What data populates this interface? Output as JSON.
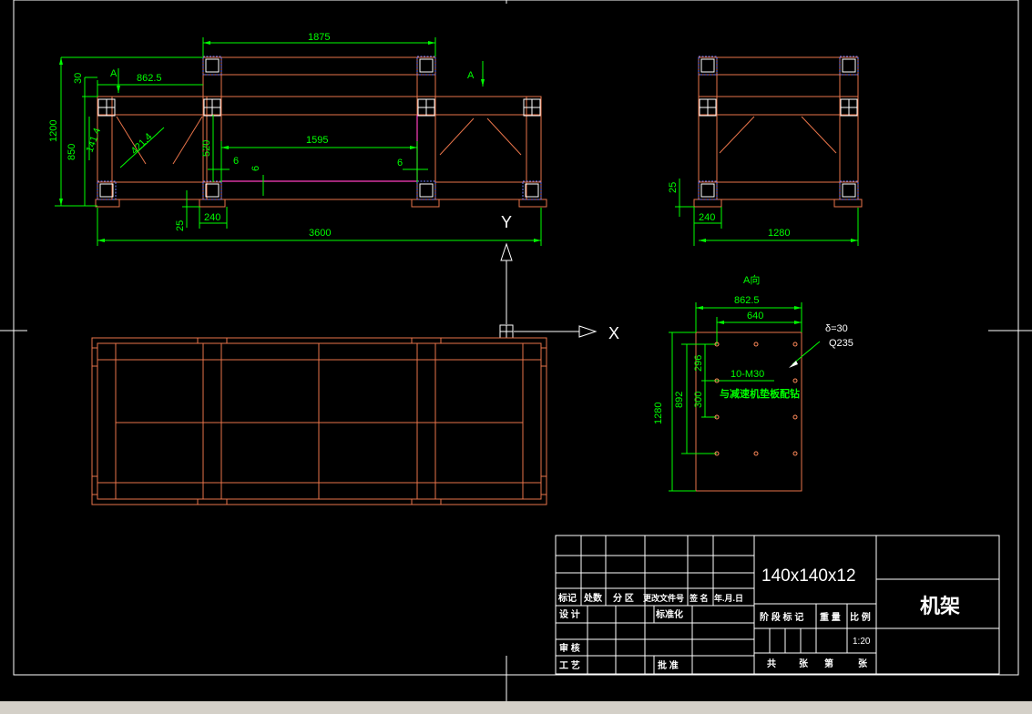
{
  "colors": {
    "background": "#000000",
    "frame": "#ffffff",
    "member": "#e8744a",
    "dimension": "#00ff00",
    "tube_pink": "#ff3fbf",
    "bolt_hole": "#ff8a5a",
    "tube_cap": "#6c7cff"
  },
  "front_view": {
    "dims": {
      "d1875": "1875",
      "d862_5": "862.5",
      "d30": "30",
      "d1200": "1200",
      "d850": "850",
      "d141_4": "141.4",
      "d421_4": "421.4",
      "d520": "520",
      "d1595": "1595",
      "d6a": "6",
      "d6b": "6",
      "d6c": "6",
      "d25": "25",
      "d240": "240",
      "d3600": "3600"
    },
    "section_a_left": "A",
    "section_a_right": "A"
  },
  "side_view": {
    "dims": {
      "d25": "25",
      "d240": "240",
      "d1280": "1280"
    }
  },
  "ucs": {
    "y_label": "Y",
    "x_label": "X"
  },
  "plate_view": {
    "title": "A向",
    "dims": {
      "d862_5": "862.5",
      "d640": "640",
      "d1280": "1280",
      "d892": "892",
      "d296": "296",
      "d300": "300"
    },
    "bolt_note": "10-M30",
    "note_cn": "与减速机垫板配钻",
    "thickness": "δ=30",
    "material": "Q235"
  },
  "title_block": {
    "labels": {
      "mark": "标记",
      "qty": "处数",
      "zone": "分 区",
      "doc": "更改文件号",
      "sign": "签 名",
      "date": "年.月.日",
      "design": "设 计",
      "standard": "标准化",
      "review": "审 核",
      "process": "工 艺",
      "approve": "批 准",
      "stage": "阶 段 标 记",
      "weight": "重 量",
      "scale_label": "比 例",
      "total": "共",
      "sheet_unit": "张",
      "sheet_no": "第",
      "sheet_unit2": "张"
    },
    "material_spec": "140x140x12",
    "scale": "1:20",
    "drawing_name": "机架"
  }
}
